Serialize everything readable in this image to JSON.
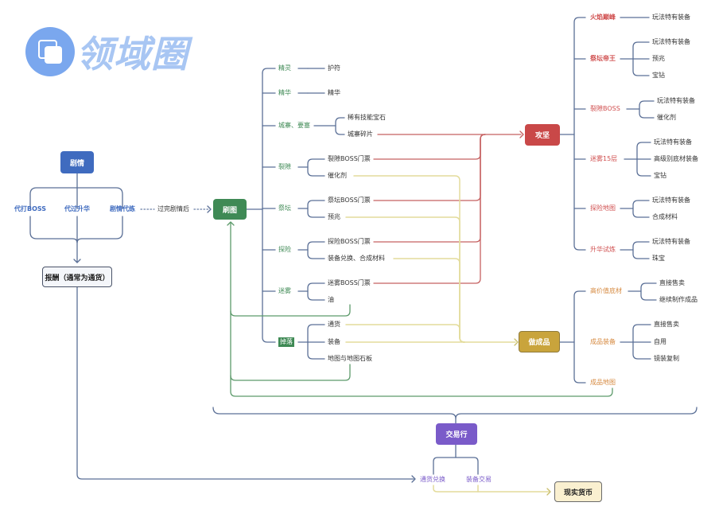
{
  "logo": {
    "text": "领域圈"
  },
  "colors": {
    "blue_node": "#3f6bbf",
    "green_node": "#3f8a55",
    "red_node": "#c94848",
    "gold_node": "#c9a43c",
    "purple_node": "#7a5bc9",
    "line_blue": "#5a6f96",
    "line_red": "#c56060",
    "line_yellow": "#e3dc9b",
    "line_green": "#5c9a6a",
    "text_green": "#3f8a55",
    "text_red": "#d04f4f",
    "text_orange": "#d6893f",
    "text_blue": "#3f6bbf",
    "text_purple": "#7a5bc9"
  },
  "story": {
    "title": "剧情",
    "services": [
      "代打BOSS",
      "代过升华",
      "剧情代练"
    ],
    "after_label": "过完剧情后",
    "reward": "报酬（通常为通货）"
  },
  "mapping": {
    "title": "刷图",
    "branches": [
      {
        "label": "精灵",
        "items": [
          "护符"
        ]
      },
      {
        "label": "精华",
        "items": [
          "精华"
        ]
      },
      {
        "label": "城寨、要塞",
        "items": [
          "稀有技能宝石",
          "城寨碎片"
        ]
      },
      {
        "label": "裂隙",
        "items": [
          "裂隙BOSS门票",
          "催化剂"
        ]
      },
      {
        "label": "祭坛",
        "items": [
          "祭坛BOSS门票",
          "预兆"
        ]
      },
      {
        "label": "探险",
        "items": [
          "探险BOSS门票",
          "装备兑换、合成材料"
        ]
      },
      {
        "label": "迷雾",
        "items": [
          "迷雾BOSS门票",
          "油"
        ]
      },
      {
        "label": "掉落",
        "items": [
          "通货",
          "装备",
          "地图与地图石板"
        ]
      }
    ]
  },
  "assault": {
    "title": "攻坚",
    "branches": [
      {
        "label": "火焰巅峰",
        "items": [
          "玩法特有装备"
        ]
      },
      {
        "label": "祭坛帝王",
        "items": [
          "玩法特有装备",
          "预兆",
          "宝钻"
        ]
      },
      {
        "label": "裂隙BOSS",
        "items": [
          "玩法特有装备",
          "催化剂"
        ]
      },
      {
        "label": "迷雾15层",
        "items": [
          "玩法特有装备",
          "高级别底材装备",
          "宝钻"
        ]
      },
      {
        "label": "探险地图",
        "items": [
          "玩法特有装备",
          "合成材料"
        ]
      },
      {
        "label": "升华试炼",
        "items": [
          "玩法特有装备",
          "珠宝"
        ]
      }
    ]
  },
  "crafting": {
    "title": "做成品",
    "branches": [
      {
        "label": "高价值底材",
        "items": [
          "直接售卖",
          "继续制作成品"
        ]
      },
      {
        "label": "成品装备",
        "items": [
          "直接售卖",
          "自用",
          "镜装复制"
        ]
      },
      {
        "label": "成品地图",
        "items": []
      }
    ]
  },
  "market": {
    "title": "交易行",
    "items": [
      "通货兑换",
      "装备交易"
    ],
    "real_money": "现实货币"
  }
}
